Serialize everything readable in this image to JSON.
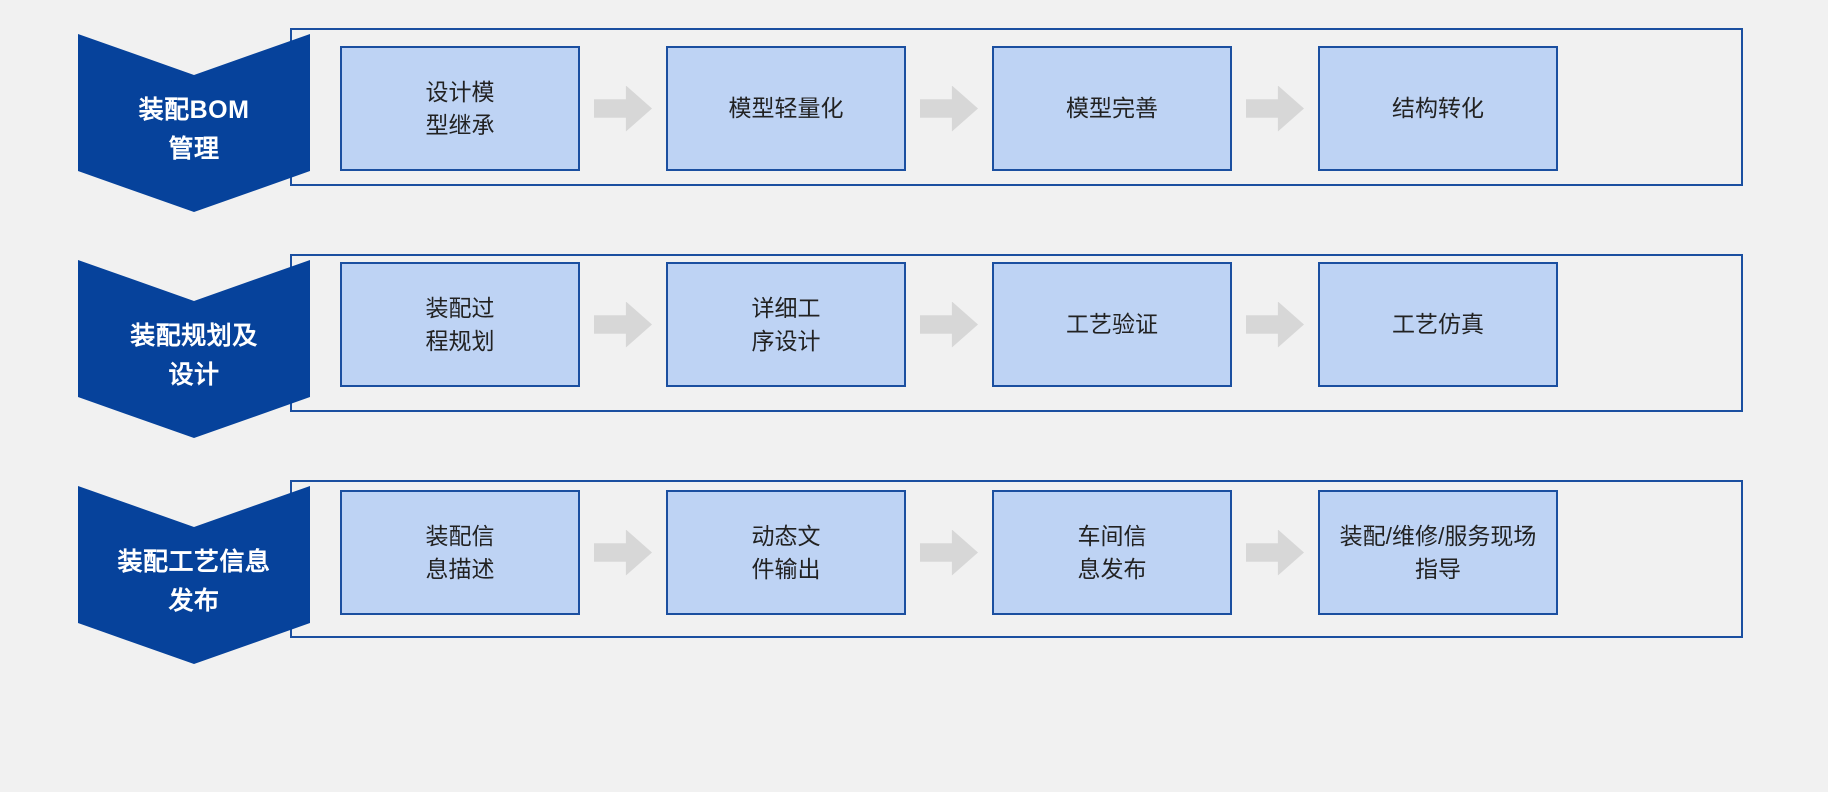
{
  "diagram": {
    "type": "process-flow",
    "colors": {
      "banner_fill": "#06429b",
      "banner_text": "#ffffff",
      "box_fill": "#bed3f4",
      "box_border": "#1b4fa0",
      "arrow_fill": "#d7d7d7",
      "background": "#f1f1f1",
      "box_text": "#222222"
    },
    "rows": [
      {
        "banner_label": "装配BOM\n管理",
        "arrow_icon": "right-arrow-icon",
        "steps": [
          {
            "label": "设计模\n型继承"
          },
          {
            "label": "模型轻量化"
          },
          {
            "label": "模型完善"
          },
          {
            "label": "结构转化"
          }
        ]
      },
      {
        "banner_label": "装配规划及\n设计",
        "arrow_icon": "right-arrow-icon",
        "steps": [
          {
            "label": "装配过\n程规划"
          },
          {
            "label": "详细工\n序设计"
          },
          {
            "label": "工艺验证"
          },
          {
            "label": "工艺仿真"
          }
        ]
      },
      {
        "banner_label": "装配工艺信息\n发布",
        "arrow_icon": "right-arrow-icon",
        "steps": [
          {
            "label": "装配信\n息描述"
          },
          {
            "label": "动态文\n件输出"
          },
          {
            "label": "车间信\n息发布"
          },
          {
            "label": "装配/维修/服务现场\n指导"
          }
        ]
      }
    ]
  }
}
